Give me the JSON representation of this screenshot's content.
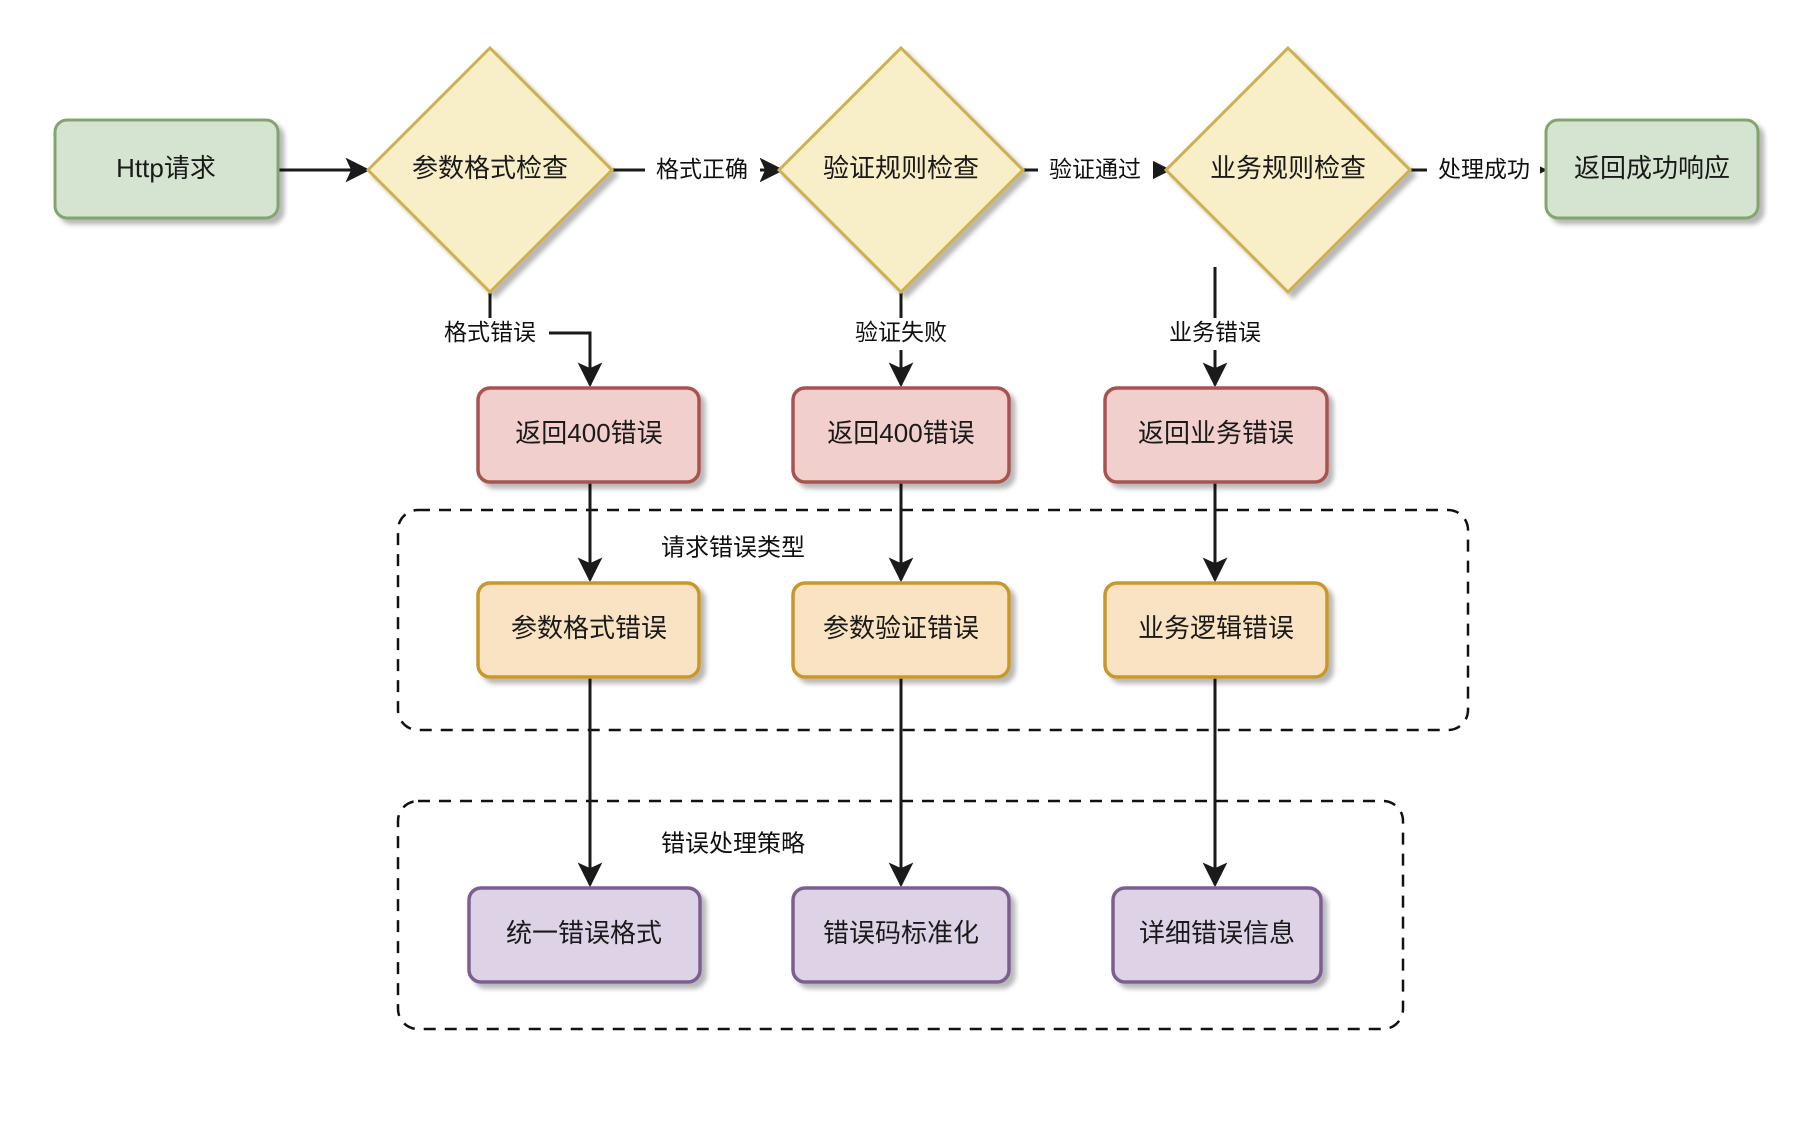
{
  "diagram": {
    "type": "flowchart",
    "direction": "left-to-right with downward error branches",
    "background": "#ffffff"
  },
  "palette": {
    "start_end_fill": "#d5e4d0",
    "start_end_stroke": "#82a470",
    "decision_fill": "#f8eec8",
    "decision_stroke": "#cfb050",
    "error_fill": "#f1cfcc",
    "error_stroke": "#a9534f",
    "type_fill": "#fae3c2",
    "type_stroke": "#c9972a",
    "strategy_fill": "#ded2e6",
    "strategy_stroke": "#7c5f91",
    "edge_color": "#1a1a1a",
    "cluster_border": "#111111"
  },
  "nodes": {
    "start": {
      "id": "start",
      "label": "Http请求",
      "shape": "rounded-rect",
      "style": "start_end"
    },
    "check_format": {
      "id": "check_format",
      "label": "参数格式检查",
      "shape": "diamond",
      "style": "decision"
    },
    "check_rules": {
      "id": "check_rules",
      "label": "验证规则检查",
      "shape": "diamond",
      "style": "decision"
    },
    "check_business": {
      "id": "check_business",
      "label": "业务规则检查",
      "shape": "diamond",
      "style": "decision"
    },
    "success": {
      "id": "success",
      "label": "返回成功响应",
      "shape": "rounded-rect",
      "style": "start_end"
    },
    "err_400_a": {
      "id": "err_400_a",
      "label": "返回400错误",
      "shape": "rounded-rect",
      "style": "error"
    },
    "err_400_b": {
      "id": "err_400_b",
      "label": "返回400错误",
      "shape": "rounded-rect",
      "style": "error"
    },
    "err_business": {
      "id": "err_business",
      "label": "返回业务错误",
      "shape": "rounded-rect",
      "style": "error"
    },
    "type_format": {
      "id": "type_format",
      "label": "参数格式错误",
      "shape": "rounded-rect",
      "style": "type"
    },
    "type_validate": {
      "id": "type_validate",
      "label": "参数验证错误",
      "shape": "rounded-rect",
      "style": "type"
    },
    "type_logic": {
      "id": "type_logic",
      "label": "业务逻辑错误",
      "shape": "rounded-rect",
      "style": "type"
    },
    "strat_unified": {
      "id": "strat_unified",
      "label": "统一错误格式",
      "shape": "rounded-rect",
      "style": "strategy"
    },
    "strat_codes": {
      "id": "strat_codes",
      "label": "错误码标准化",
      "shape": "rounded-rect",
      "style": "strategy"
    },
    "strat_detail": {
      "id": "strat_detail",
      "label": "详细错误信息",
      "shape": "rounded-rect",
      "style": "strategy"
    }
  },
  "edge_labels": {
    "format_ok": "格式正确",
    "validate_ok": "验证通过",
    "process_ok": "处理成功",
    "format_err": "格式错误",
    "validate_fail": "验证失败",
    "business_err": "业务错误"
  },
  "clusters": {
    "error_types": {
      "label": "请求错误类型"
    },
    "error_strategy": {
      "label": "错误处理策略"
    }
  },
  "edges": [
    {
      "from": "start",
      "to": "check_format",
      "label": ""
    },
    {
      "from": "check_format",
      "to": "check_rules",
      "label": "格式正确"
    },
    {
      "from": "check_rules",
      "to": "check_business",
      "label": "验证通过"
    },
    {
      "from": "check_business",
      "to": "success",
      "label": "处理成功"
    },
    {
      "from": "check_format",
      "to": "err_400_a",
      "label": "格式错误"
    },
    {
      "from": "check_rules",
      "to": "err_400_b",
      "label": "验证失败"
    },
    {
      "from": "check_business",
      "to": "err_business",
      "label": "业务错误"
    },
    {
      "from": "err_400_a",
      "to": "type_format",
      "label": ""
    },
    {
      "from": "err_400_b",
      "to": "type_validate",
      "label": ""
    },
    {
      "from": "err_business",
      "to": "type_logic",
      "label": ""
    },
    {
      "from": "type_format",
      "to": "strat_unified",
      "label": ""
    },
    {
      "from": "type_validate",
      "to": "strat_codes",
      "label": ""
    },
    {
      "from": "type_logic",
      "to": "strat_detail",
      "label": ""
    }
  ]
}
